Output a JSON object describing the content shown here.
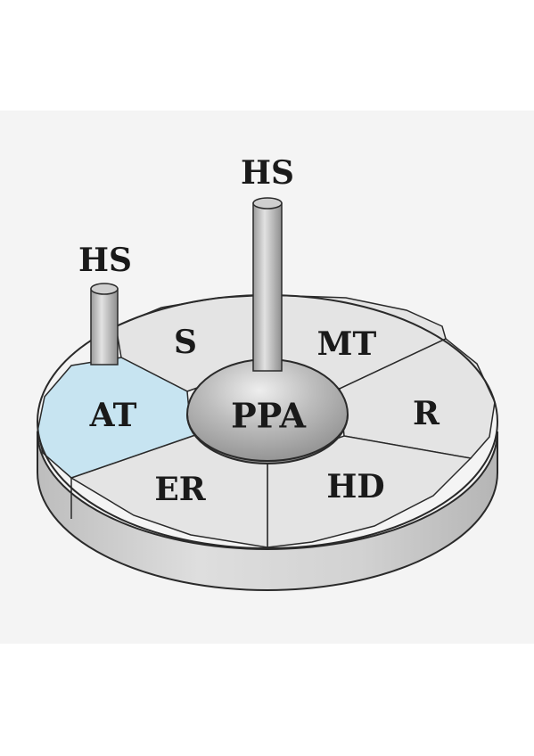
{
  "diagram": {
    "segments": {
      "s": "S",
      "mt": "MT",
      "r": "R",
      "hd": "HD",
      "er": "ER",
      "at": "AT"
    },
    "center": "PPA",
    "stems": {
      "tall": "HS",
      "short": "HS"
    }
  },
  "colors": {
    "segment_fill": "#e4e4e4",
    "highlight_fill": "#c7e4f1",
    "rim": "#cfcfcf",
    "outline": "#2a2a2a",
    "dome": "#a9a9a9",
    "stem": "#b4b4b4"
  }
}
